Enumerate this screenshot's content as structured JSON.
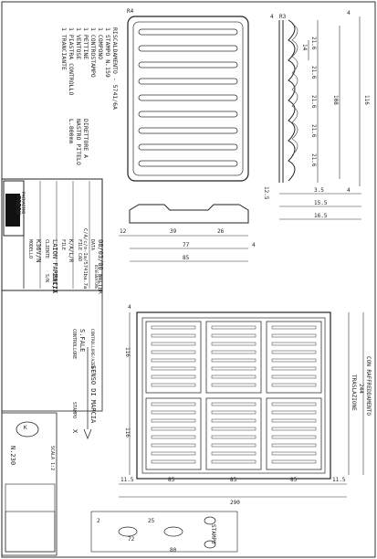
{
  "notes": [
    "RISCALDAMENTO - 5741/6A",
    "1 STAMPO N.159",
    "1 COMPONO",
    "1 CONTROSTAMPO",
    "1 PETTINE",
    "1 VENTOSE",
    "1 PIASTRA CONTROLLO",
    "1 TRANCIANTE"
  ],
  "side_notes": [
    "DIRETTORE A",
    "NASTRO PITELO",
    "L.800mm"
  ],
  "top_view": {
    "corner_radius": "R4",
    "r3": "R3"
  },
  "dims_top": {
    "d4a": "4",
    "d14": "14",
    "p1": "21.6",
    "p2": "21.6",
    "p3": "21.6",
    "p4": "21.6",
    "p5": "21.6",
    "d108": "108",
    "d116": "116",
    "d4b": "4",
    "d4c": "4",
    "d35": "3.5",
    "d155": "15.5",
    "d165": "16.5",
    "d125": "12.5"
  },
  "dims_side": {
    "d12": "12",
    "d39": "39",
    "d26": "26",
    "d4": "4",
    "d77": "77",
    "d85": "85"
  },
  "title_block": {
    "company": "FRESH",
    "company_sub": "PACKAGING",
    "modello_label": "MODELLO",
    "modello": "K36V/N",
    "cliente_label": "CLIENTE",
    "cliente": "LAION FARMACIA",
    "s_label": "S/N",
    "s": "291/T",
    "file_label": "FILE",
    "file": "K/A/L/R",
    "file_cad_label": "FILE CAD",
    "file_cad": "C/A/c/o-Ia/5741ba.7a",
    "data_label": "DATA",
    "data": "08/03/00",
    "disegno_label": "DISEGNATORE",
    "disegno": "WALTER",
    "controllore_label": "CONTROLLORE",
    "controllore": "S.FALE",
    "contr_label": "CONTROLLORE/AZEN",
    "stampo_label": "STAMPO",
    "stampo": "X"
  },
  "bottom_view": {
    "conr": "CON RAFFREDDAMENTO",
    "traslazione_label": "TRASLAZIONE",
    "traslazione": "244",
    "senso": "SENSO DI MARCIA",
    "d116a": "116",
    "d116b": "116",
    "w1": "85",
    "w2": "85",
    "w3": "85",
    "m1": "11.5",
    "m2": "11.5",
    "total": "290",
    "d4": "4"
  },
  "legend_box": {
    "code": "N.230",
    "scale": "SCALA 1:2",
    "label": "STAMPO",
    "d72": "72",
    "d80": "80",
    "d25": "25",
    "d2": "2",
    "tag": "K"
  }
}
